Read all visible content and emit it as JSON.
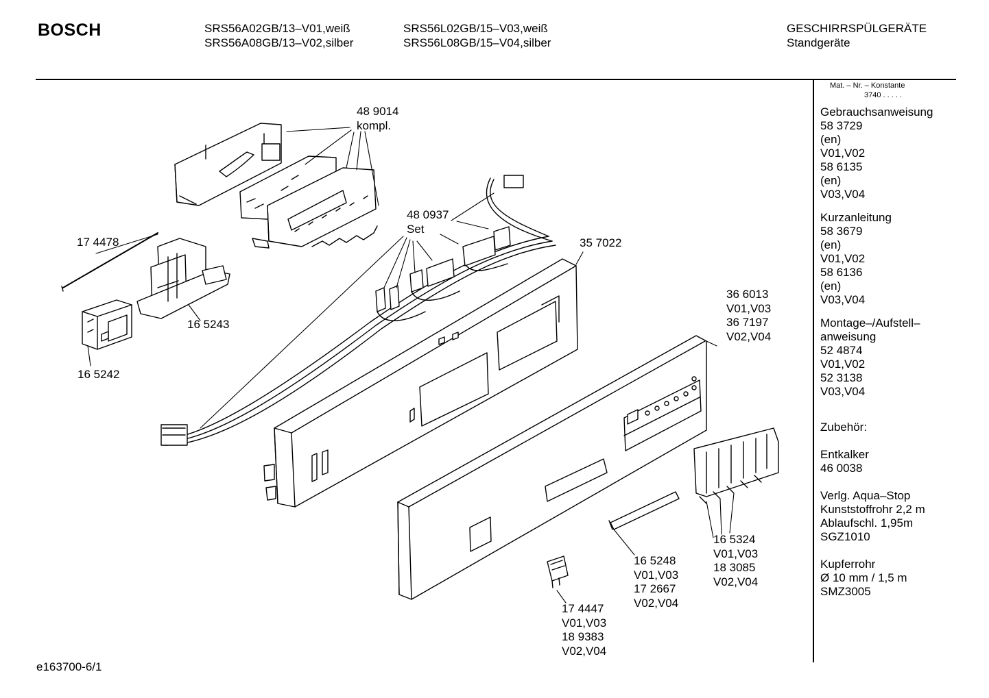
{
  "header": {
    "brand": "BOSCH",
    "models_col1": [
      "SRS56A02GB/13–V01,weiß",
      "SRS56A08GB/13–V02,silber"
    ],
    "models_col2": [
      "SRS56L02GB/15–V03,weiß",
      "SRS56L08GB/15–V04,silber"
    ],
    "category": [
      "GESCHIRRSPÜLGERÄTE",
      "Standgeräte"
    ]
  },
  "sidebar": {
    "mat_nr_label": "Mat. – Nr. – Konstante",
    "mat_nr_value": "3740  .  .  .  .  .",
    "blocks": [
      [
        "Gebrauchsanweisung",
        "58 3729",
        "(en)",
        "V01,V02",
        "58 6135",
        "(en)",
        "V03,V04"
      ],
      [
        "Kurzanleitung",
        "58 3679",
        "(en)",
        "V01,V02",
        "58 6136",
        "(en)",
        "V03,V04"
      ],
      [
        "Montage–/Aufstell–",
        "anweisung",
        "52 4874",
        "V01,V02",
        "52 3138",
        "V03,V04"
      ],
      [
        "Zubehör:"
      ],
      [
        "Entkalker",
        "46 0038"
      ],
      [
        "Verlg. Aqua–Stop",
        "Kunststoffrohr 2,2 m",
        "Ablaufschl. 1,95m",
        "SGZ1010"
      ],
      [
        "Kupferrohr",
        "Ø 10 mm / 1,5 m",
        "SMZ3005"
      ]
    ]
  },
  "callouts": {
    "c489014": [
      "48 9014",
      "kompl."
    ],
    "c480937": [
      "48 0937",
      "Set"
    ],
    "c174478": [
      "17 4478"
    ],
    "c165243": [
      "16 5243"
    ],
    "c165242": [
      "16 5242"
    ],
    "c357022": [
      "35 7022"
    ],
    "c366013": [
      "36 6013",
      "V01,V03",
      "36 7197",
      "V02,V04"
    ],
    "c165324": [
      "16 5324",
      "V01,V03",
      "18 3085",
      "V02,V04"
    ],
    "c165248": [
      "16 5248",
      "V01,V03",
      "17 2667",
      "V02,V04"
    ],
    "c174447": [
      "17 4447",
      "V01,V03",
      "18 9383",
      "V02,V04"
    ]
  },
  "footer": {
    "code": "e163700-6/1"
  }
}
